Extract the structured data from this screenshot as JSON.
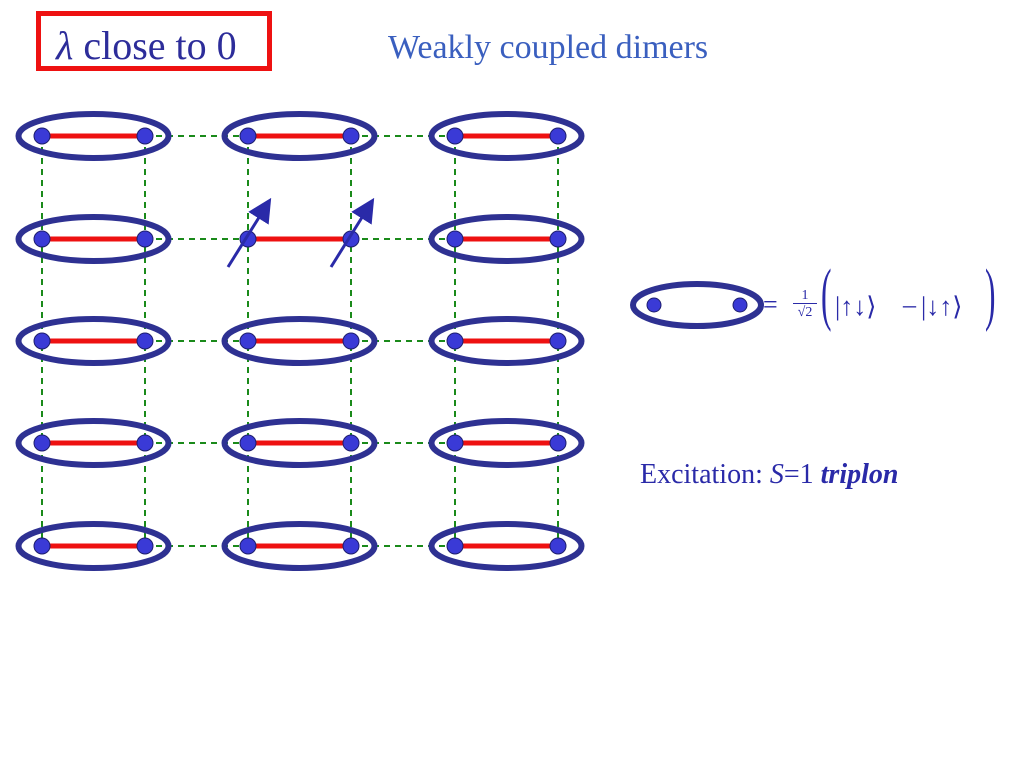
{
  "title": {
    "symbol": "λ",
    "text": " close to 0"
  },
  "subtitle": "Weakly coupled dimers",
  "legend": {
    "equals": "=",
    "frac_num": "1",
    "frac_den": "√2",
    "ket1": "|↑↓⟩",
    "minus": "–",
    "ket2": "|↓↑⟩"
  },
  "excitation": {
    "prefix": "Excitation: ",
    "s": "S",
    "eq": "=1 ",
    "name": "triplon"
  },
  "lattice": {
    "rows": 5,
    "cols": 3,
    "excited_dimer": {
      "row": 2,
      "col": 2
    }
  },
  "colors": {
    "dimer_ring": "#2e3192",
    "spin_dot": "#3a3ad6",
    "bond": "#ee1111",
    "coupling": "#1a8a1a",
    "arrow": "#2a2aa8",
    "title_border": "#ee1111",
    "subtitle": "#3a5fbf"
  }
}
